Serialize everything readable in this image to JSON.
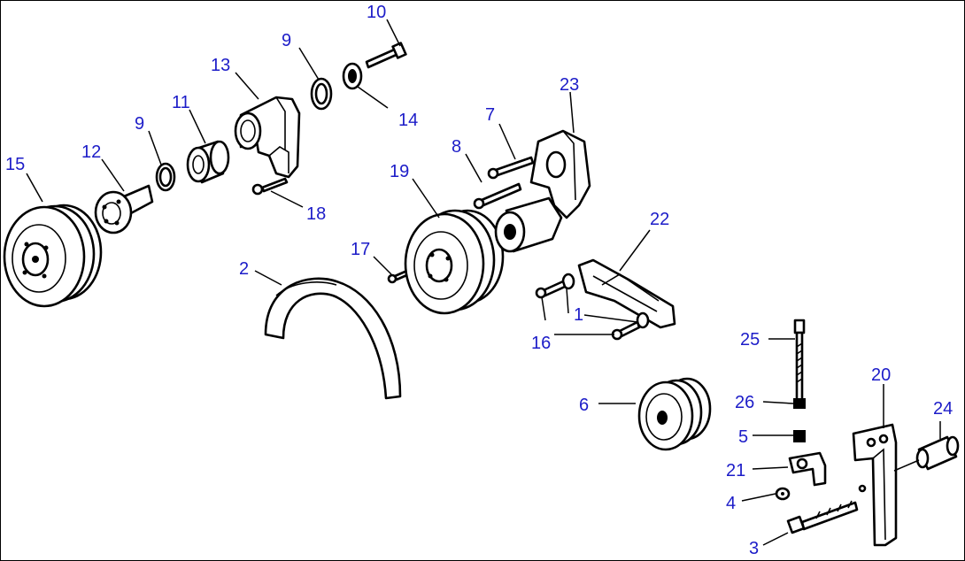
{
  "diagram": {
    "callouts": [
      {
        "id": "c10",
        "text": "10"
      },
      {
        "id": "c9a",
        "text": "9"
      },
      {
        "id": "c13",
        "text": "13"
      },
      {
        "id": "c14",
        "text": "14"
      },
      {
        "id": "c11",
        "text": "11"
      },
      {
        "id": "c9b",
        "text": "9"
      },
      {
        "id": "c12",
        "text": "12"
      },
      {
        "id": "c15",
        "text": "15"
      },
      {
        "id": "c18",
        "text": "18"
      },
      {
        "id": "c23",
        "text": "23"
      },
      {
        "id": "c7",
        "text": "7"
      },
      {
        "id": "c8",
        "text": "8"
      },
      {
        "id": "c19",
        "text": "19"
      },
      {
        "id": "c22",
        "text": "22"
      },
      {
        "id": "c17",
        "text": "17"
      },
      {
        "id": "c2",
        "text": "2"
      },
      {
        "id": "c1",
        "text": "1"
      },
      {
        "id": "c16",
        "text": "16"
      },
      {
        "id": "c25",
        "text": "25"
      },
      {
        "id": "c20",
        "text": "20"
      },
      {
        "id": "c26",
        "text": "26"
      },
      {
        "id": "c24",
        "text": "24"
      },
      {
        "id": "c6",
        "text": "6"
      },
      {
        "id": "c5",
        "text": "5"
      },
      {
        "id": "c21",
        "text": "21"
      },
      {
        "id": "c4",
        "text": "4"
      },
      {
        "id": "c3",
        "text": "3"
      }
    ]
  }
}
